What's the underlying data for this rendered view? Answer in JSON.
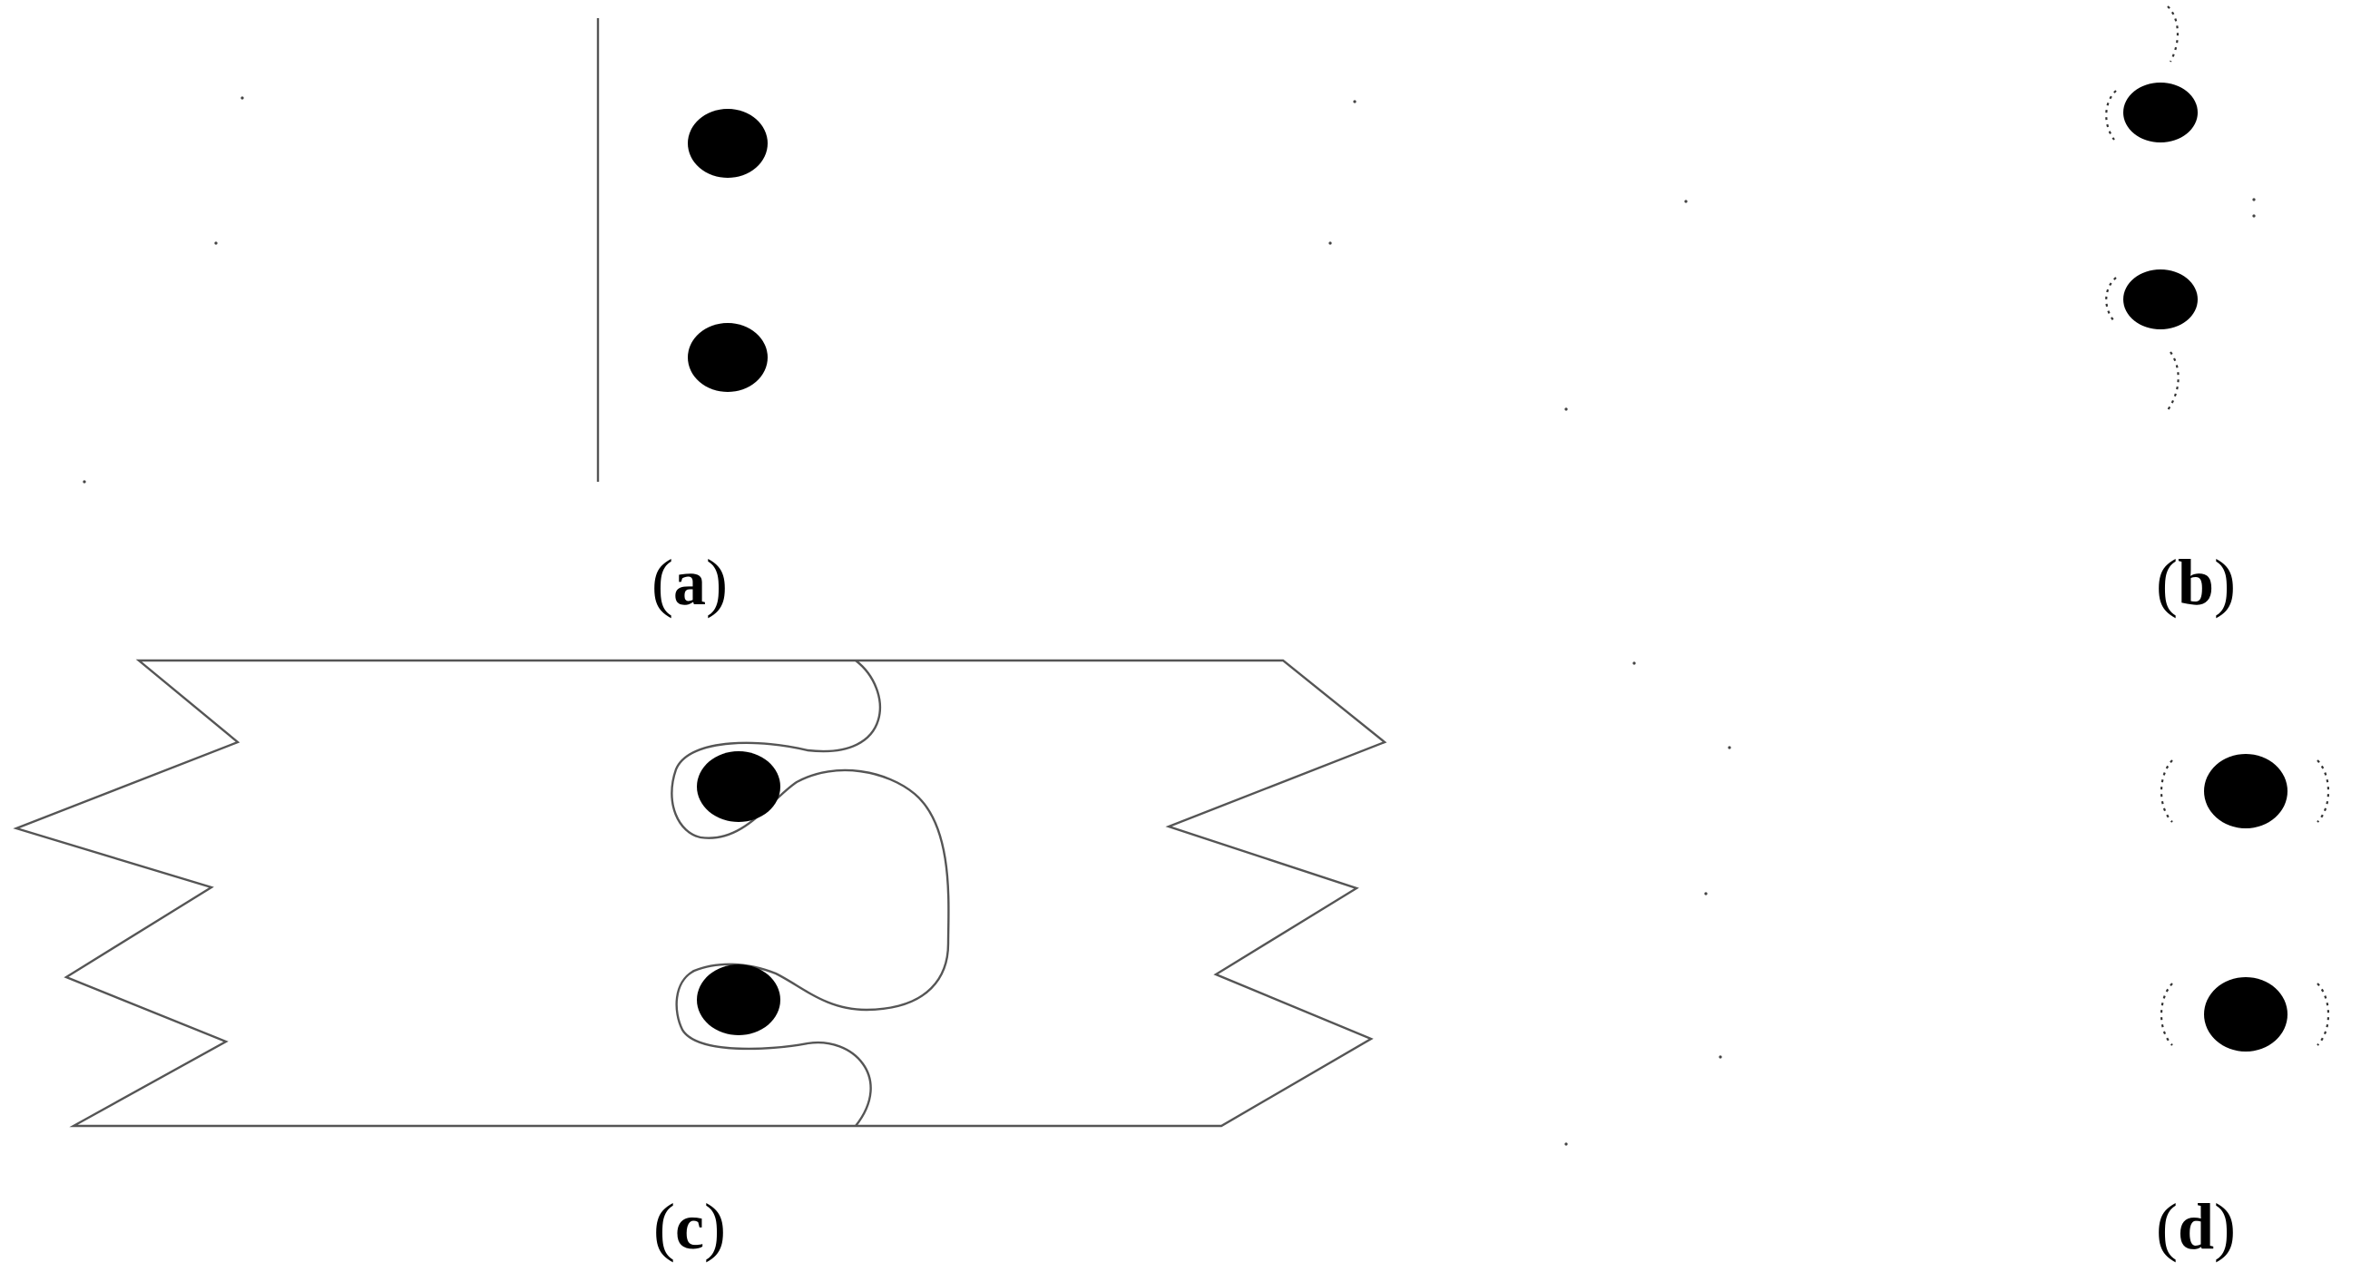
{
  "figure": {
    "background": "#ffffff",
    "ink_color": "#000000",
    "line_color": "#555555"
  },
  "panels": {
    "a": {
      "label_open": "(",
      "label_letter": "a",
      "label_close": ")"
    },
    "b": {
      "label_open": "(",
      "label_letter": "b",
      "label_close": ")"
    },
    "c": {
      "label_open": "(",
      "label_letter": "c",
      "label_close": ")"
    },
    "d": {
      "label_open": "(",
      "label_letter": "d",
      "label_close": ")"
    }
  }
}
